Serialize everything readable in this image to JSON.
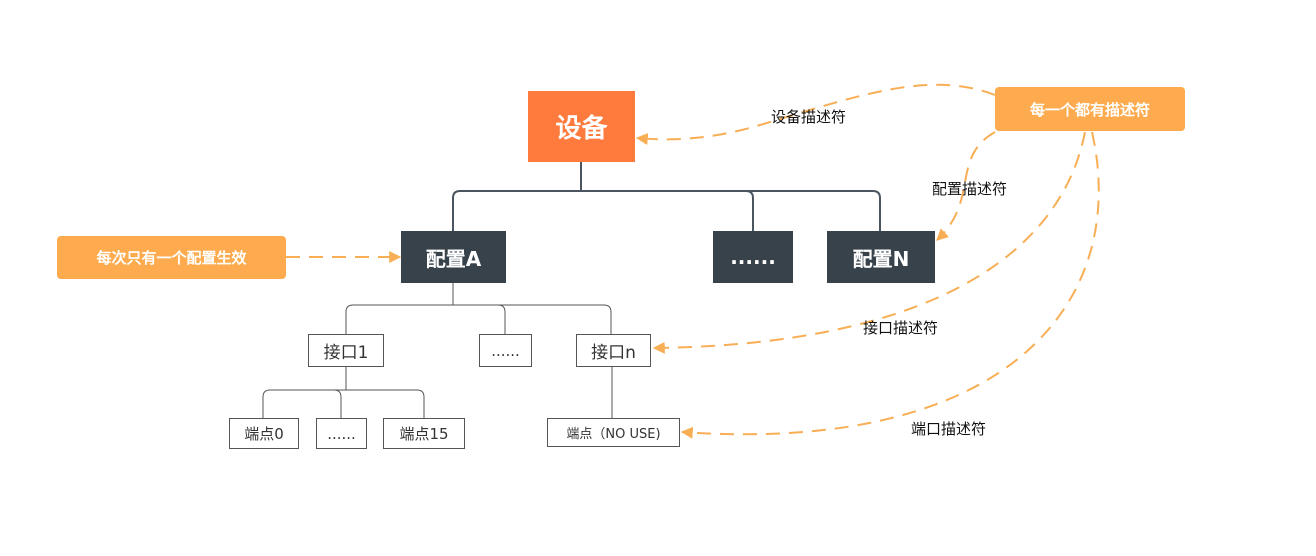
{
  "nodes": {
    "device": "设备",
    "config_a": "配置A",
    "config_ellipsis": "......",
    "config_n": "配置N",
    "iface_1": "接口1",
    "iface_ellipsis": "......",
    "iface_n": "接口n",
    "endpoint_0": "端点0",
    "endpoint_ellipsis": "......",
    "endpoint_15": "端点15",
    "endpoint_no_use": "端点（NO USE)"
  },
  "notes": {
    "every_has_descriptor": "每一个都有描述符",
    "one_config_active": "每次只有一个配置生效"
  },
  "labels": {
    "device_descriptor": "设备描述符",
    "config_descriptor": "配置描述符",
    "interface_descriptor": "接口描述符",
    "endpoint_descriptor": "端口描述符"
  },
  "colors": {
    "device": "#ff7a3d",
    "config": "#37424b",
    "note": "#fdab4e",
    "arrow": "#f8ae55",
    "tree_line": "#4a5560"
  }
}
